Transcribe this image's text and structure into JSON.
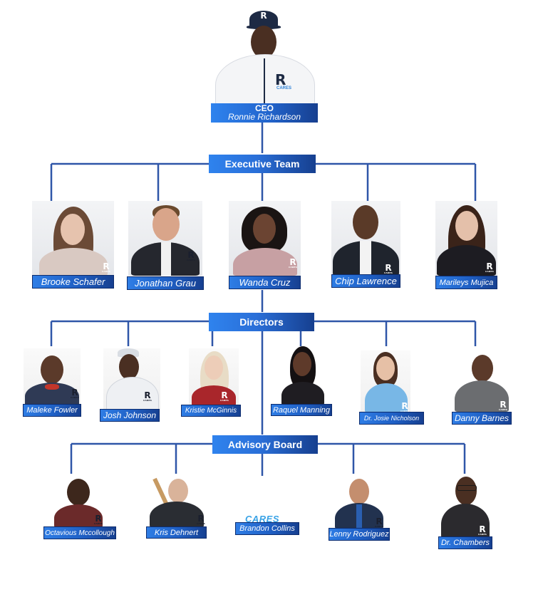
{
  "ceo": {
    "title": "CEO",
    "name": "Ronnie Richardson",
    "jersey_logo": "R",
    "jersey_text": "CARES"
  },
  "sections": {
    "executive": "Executive Team",
    "directors": "Directors",
    "advisory": "Advisory Board"
  },
  "executive_team": [
    {
      "name": "Brooke Schafer"
    },
    {
      "name": "Jonathan Grau"
    },
    {
      "name": "Wanda Cruz"
    },
    {
      "name": "Chip Lawrence"
    },
    {
      "name": "Marileys Mujica"
    }
  ],
  "directors": [
    {
      "name": "Maleke Fowler"
    },
    {
      "name": "Josh Johnson"
    },
    {
      "name": "Kristie McGinnis"
    },
    {
      "name": "Raquel Manning"
    },
    {
      "name": "Dr. Josie Nicholson"
    },
    {
      "name": "Danny Barnes"
    }
  ],
  "advisory_board": [
    {
      "name": "Octavious Mccollough"
    },
    {
      "name": "Kris Dehnert"
    },
    {
      "name": "Brandon Collins"
    },
    {
      "name": "Lenny Rodriguez"
    },
    {
      "name": "Dr. Chambers"
    }
  ],
  "brand": {
    "logo_letter": "R",
    "logo_word": "CARES",
    "colors": {
      "line": "#2f56a8",
      "label_start": "#2f7ee6",
      "label_end": "#163f8f",
      "cares": "#3aa3e6"
    }
  }
}
